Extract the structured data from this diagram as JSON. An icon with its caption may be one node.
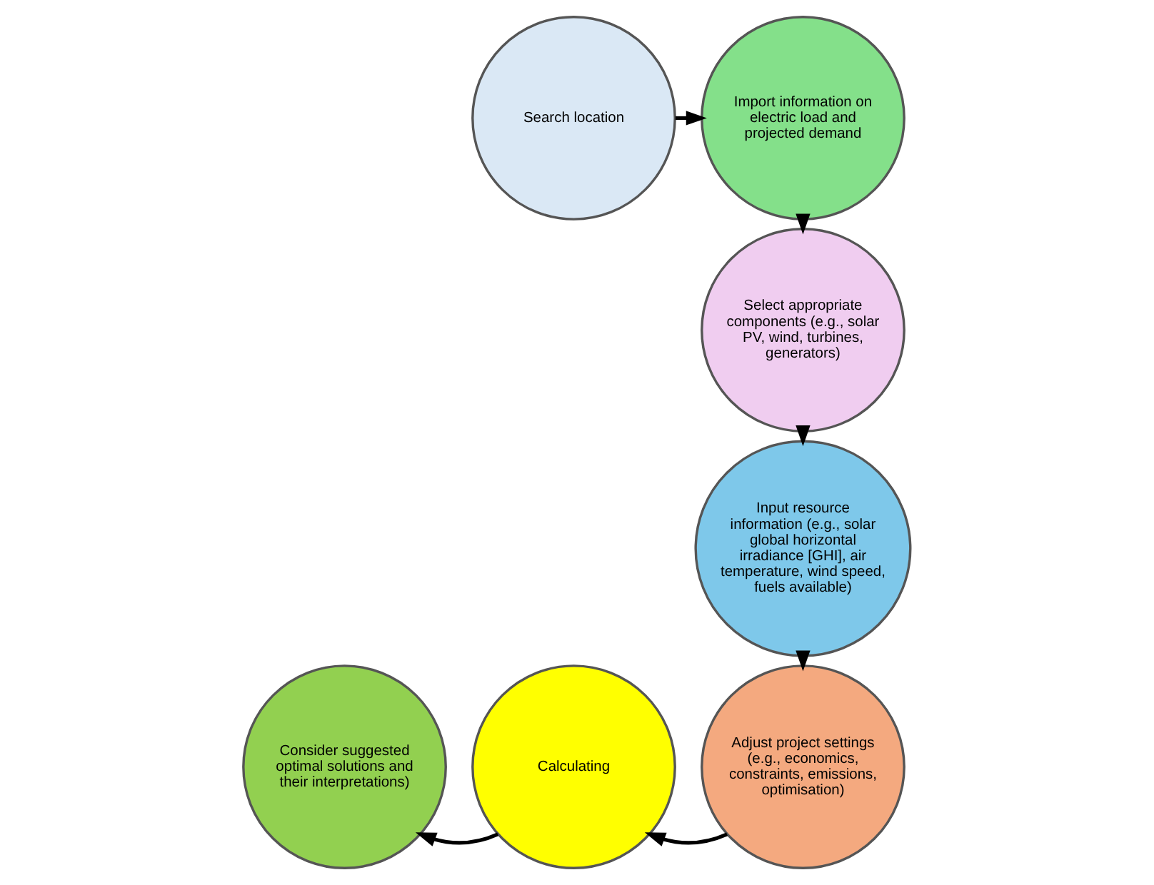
{
  "diagram": {
    "nodes": [
      {
        "text": [
          "Search location"
        ]
      },
      {
        "text": [
          "Import information on electric load and projected demand"
        ]
      },
      {
        "text": [
          "Select appropriate components (e.g., solar PV, wind, turbines, generators)"
        ]
      },
      {
        "text": [
          "Input resource information (e.g., solar global horizontal irradiance [GHI], air temperature, wind speed, fuels available)"
        ]
      },
      {
        "text": [
          "Adjust project settings (e.g., economics, constraints, emissions, optimisation)"
        ]
      },
      {
        "text": [
          "Calculating"
        ]
      },
      {
        "text": [
          "Consider suggested optimal solutions and their interpretations)"
        ]
      }
    ],
    "edges": [
      {
        "from": 0,
        "to": 1,
        "arrow": "to"
      },
      {
        "from": 1,
        "to": 2,
        "arrow": "to"
      },
      {
        "from": 2,
        "to": 3,
        "arrow": "to"
      },
      {
        "from": 3,
        "to": 4,
        "arrow": "to"
      },
      {
        "from": 4,
        "to": 5,
        "arrow": "to"
      },
      {
        "from": 5,
        "to": 6,
        "arrow": "to"
      }
    ]
  }
}
